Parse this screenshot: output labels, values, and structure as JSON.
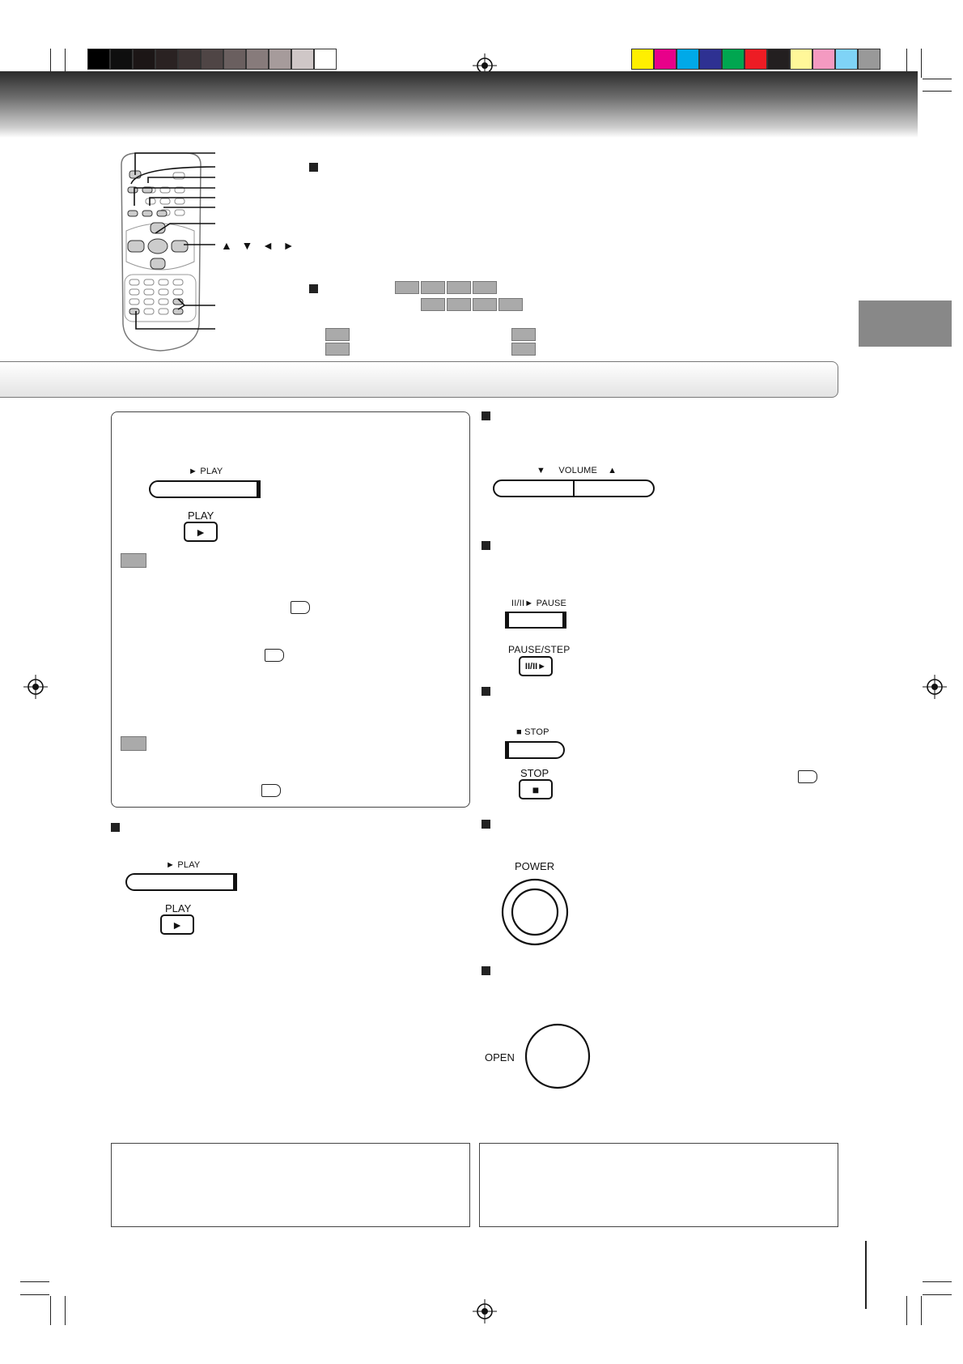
{
  "colors": {
    "grayscale_bar": [
      "#000000",
      "#0f0f0f",
      "#1c1616",
      "#2a2222",
      "#3c3333",
      "#4f4545",
      "#6a5f5f",
      "#877b7b",
      "#a69b9b",
      "#cfc7c7",
      "#ffffff"
    ],
    "color_bar": [
      "#ffef00",
      "#e8008a",
      "#00a9e8",
      "#2e3192",
      "#00a650",
      "#ed1c24",
      "#231f20",
      "#fff799",
      "#f49ac1",
      "#7fd3f6",
      "#999999"
    ],
    "header": "#555555",
    "tab": "#888888"
  },
  "arrows": {
    "up": "▲",
    "down": "▼",
    "left": "◄",
    "right": "►"
  },
  "controls": {
    "play_unit": "► PLAY",
    "play_remote": "PLAY",
    "play_glyph": "►",
    "volume": "VOLUME",
    "volume_down_glyph": "▼",
    "volume_up_glyph": "▲",
    "pause_unit": "II/II► PAUSE",
    "pause_remote": "PAUSE/STEP",
    "pause_glyph": "II/II►",
    "stop_unit": "■ STOP",
    "stop_remote": "STOP",
    "stop_glyph": "■",
    "power": "POWER",
    "open": "OPEN"
  },
  "icons": {
    "registration": "crosshair-registration-icon",
    "remote": "remote-control-icon",
    "power": "power-button-icon",
    "open": "open-button-icon"
  }
}
